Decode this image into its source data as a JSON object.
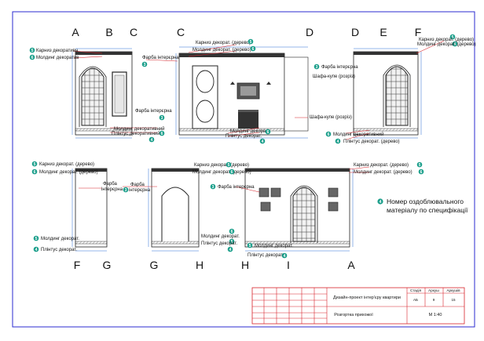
{
  "axes": {
    "a": "A",
    "b": "B",
    "c1": "C",
    "c2": "C",
    "d1": "D",
    "d2": "D",
    "e": "E",
    "f1": "F",
    "f2": "F",
    "g1": "G",
    "g2": "G",
    "h1": "H",
    "h2": "H",
    "i": "I",
    "a2": "A"
  },
  "annotations": {
    "v1_karnyz": "Карниз декоративн",
    "v1_molding": "Молдинг декоратив",
    "v1_farba": "Фарба інтерєрна",
    "v1_molding_bottom": "Молдинг декоративний",
    "v1_plintus": "Плінтус декоративний",
    "v2_karnyz": "Карниз декорат. (дерево)",
    "v2_molding": "Молдинг декорат. (дерево)",
    "v2_farba": "Фарба інтерєрна",
    "v2_shafa": "Шафа-купе (розріз)",
    "v2_molding_bottom": "Молдинг декорат.",
    "v2_plintus": "Плінтус декорат.",
    "v3_karnyz": "Карниз декорат. (дерево)",
    "v3_molding": "Молдинг декорат. (дерево)",
    "v3_farba": "Фарба інтерєрна",
    "v3_shafa": "Шафа-купе (розріз)",
    "v3_molding_bottom": "Молдинг декоративний",
    "v3_plintus": "Плінтус декорат. (дерево)",
    "v4_karnyz": "Карниз декорат. (дерево)",
    "v4_molding": "Молдинг декорат. (дерево)",
    "v4_farba_a": "Фарба",
    "v4_farba_b": "інтерєрна",
    "v4_molding_bottom": "Молдинг декорат.",
    "v4_plintus": "Плінтус декорат.",
    "v5_farba_a": "Фарба",
    "v5_farba_b": "інтерєрна",
    "v6_karnyz": "Карниз декорат. (дерево)",
    "v6_molding": "Молдинг декорат. (дерево)",
    "v6_farba": "Фарба інтерєрна",
    "v6_molding_bottom": "Молдинг декорат.",
    "v6_plintus": "Плінтус декорат.",
    "v7_karnyz": "Карниз декорат. (дерево)",
    "v7_molding": "Молдинг декорат. (дерево)",
    "v7_molding_bottom": "Молдинг декорат.",
    "v7_plintus": "Плінтус декорат."
  },
  "markers": {
    "karnyz": "5",
    "molding": "6",
    "farba": "3",
    "plintus": "4",
    "shafa": "1"
  },
  "legend": {
    "number": "4",
    "line1": "Номер оздоблювального",
    "line2": "матеріалу по специфікації"
  },
  "title_block": {
    "project": "Дизайн-проект інтер'єру квартири",
    "sheet_title": "Розгортка прихожої",
    "stage_header": "Стадія",
    "sheet_header": "Аркуш",
    "sheets_header": "Аркушів",
    "stage": "АБ",
    "sheet": "9",
    "sheets": "15",
    "scale": "М 1:40"
  },
  "colors": {
    "frame": "#2b2bd0",
    "marker": "#1a9e8a",
    "leader": "#d8232a",
    "dimension": "#2a6fd6"
  }
}
